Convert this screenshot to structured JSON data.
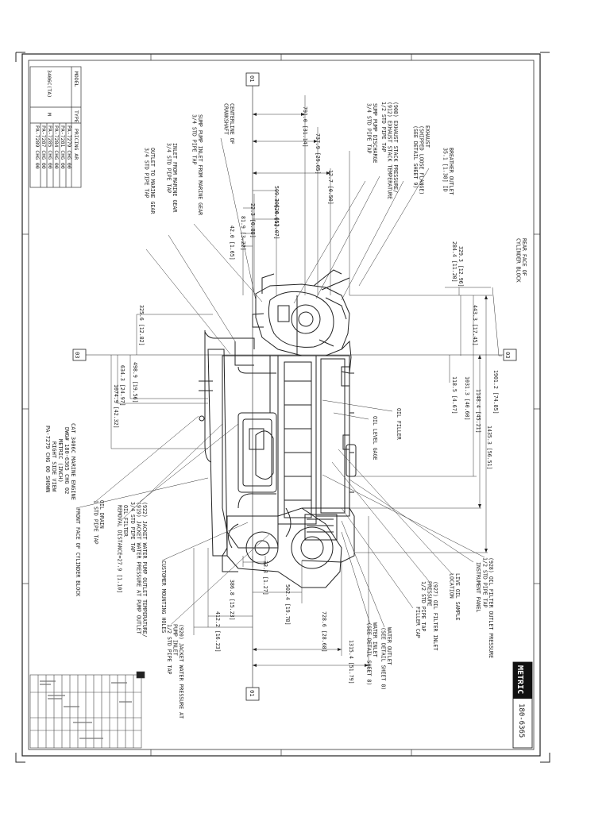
{
  "drawing": {
    "number": "180-6365",
    "metric_label": "METRIC",
    "title_block": {
      "line1": "CAT 3406C MARINE ENGINE",
      "line2": "DWG# 180-6365 CHG 02",
      "line3": "METRIC (INCH)",
      "line4": "RIGHT SIDE VIEW",
      "line5": "PA-7279 CHG 00 SHOWN"
    },
    "datums": {
      "d01": "01",
      "d03": "03"
    },
    "model_table": {
      "headers": [
        "MODEL",
        "TYPE",
        "PRICING AR"
      ],
      "model": "3406C(TA)",
      "type": "M",
      "pricing": [
        "PA-7279 CHG 00",
        "PA-7281 CHG 00",
        "PA-7284 CHG 00",
        "PA-7285 CHG 00",
        "PA-7287 CHG 00",
        "PA-7289 CHG 00"
      ]
    }
  },
  "labels": {
    "rear_face": "REAR FACE OF\nCYLINDER BLOCK",
    "breather": "BREATHER OUTLET\n35.1 [1.38] ID",
    "exhaust": "EXHAUST\n(SHIPPED LOOSE FLANGE)\n(SEE DETAIL SHEET 9)",
    "exhaust_stack": "(908) EXHAUST STACK PRESSURE/\n(912) EXHAUST STACK TEMPERATURE\n1/2 STD PIPE TAP",
    "sump_discharge": "SUMP PUMP DISCHARGE\n3/4 STD PIPE TAP",
    "centerline": "CENTERLINE OF\nCRANKSHAFT",
    "sump_inlet": "SUMP PUMP INLET FROM MARINE GEAR\n3/4 STD PIPE TAP",
    "inlet_marine": "INLET FROM MARINE GEAR\n3/4 STD PIPE TAP",
    "outlet_marine": "OUTLET TO MARINE GEAR\n3/4 STD PIPE TAP",
    "oil_filler": "OIL FILLER",
    "oil_gage": "OIL LEVEL GAGE",
    "oil_filter_outlet": "(928) OIL FILTER OUTLET PRESSURE\n1/2 STD PIPE TAP",
    "instrument_panel": "INSTRUMENT PANEL",
    "live_oil": "LIVE OIL SAMPLE\nLOCATION",
    "oil_filter_inlet": "(927) OIL FILTER INLET\nPRESSURE\n1/2 STD PIPE TAP",
    "filler_cap": "FILLER CAP",
    "water_outlet": "WATER OUTLET\n(SEE DETAIL SHEET 8)",
    "water_inlet": "WATER INLET\n(SEE DETAIL SHEET 8)",
    "jacket_inlet": "(920) JACKET WATER PRESSURE AT\nPUMP INLET\n1/2 STD PIPE TAP",
    "customer_mount": "CUSTOMER MOUNTING HOLES",
    "jacket_outlet": "(922) JACKET WATER PUMP OUTLET TEMPERATURE/\n(919) JACKET WATER PRESSURE AT PUMP OUTLET\n3/4 STD PIPE TAP",
    "oil_filter_removal": "OIL FILTER\nREMOVAL DISTANCE=27.9 [1.10]",
    "oil_drain": "OIL DRAIN\n1 STD PIPE TAP",
    "front_face": "FRONT FACE OF CYLINDER BLOCK"
  },
  "dimensions": {
    "d791": "791.0 [31.14]",
    "d737": "737.9 [29.05]",
    "d509": "509.3 [20.05]",
    "d127": "12.7 [0.50]",
    "d306": "306.6 [12.07]",
    "d223": "22.3 [0.88]",
    "d819": "81.9 [3.22]",
    "d420": "42.0 [1.65]",
    "d329": "329.3 [12.96]",
    "d284": "284.4 [11.20]",
    "d325": "325.6 [12.82]",
    "d443": "443.3 [17.45]",
    "d1031": "1031.3 [40.60]",
    "d1148": "1148.4 [45.21]",
    "d1901": "1901.2 [74.85]",
    "d1435": "1435.3 [56.51]",
    "d1185": "118.5 [4.67]",
    "d498": "498.9 [19.56]",
    "d634": "634.3 [24.97]",
    "d1074": "1074.9 [42.32]",
    "d323": "32.3 [1.27]",
    "d386": "386.8 [15.23]",
    "d412": "412.2 [16.23]",
    "d502": "502.4 [19.78]",
    "d728": "728.6 [28.68]",
    "d1315": "1315.4 [51.79]"
  }
}
